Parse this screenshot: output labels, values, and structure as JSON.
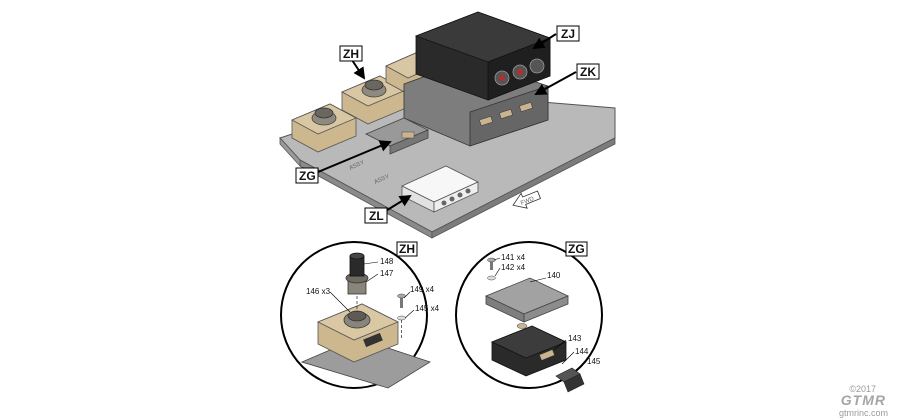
{
  "main_view": {
    "callouts": {
      "zh": "ZH",
      "zj": "ZJ",
      "zk": "ZK",
      "zg": "ZG",
      "zl": "ZL"
    },
    "fwd_arrow": "FWD"
  },
  "detail_zh": {
    "tag": "ZH",
    "parts": [
      "148",
      "147",
      "146 x3",
      "149 x4",
      "145 x4"
    ]
  },
  "detail_zg": {
    "tag": "ZG",
    "parts": [
      "141 x4",
      "142 x4",
      "140",
      "143",
      "144",
      "145"
    ]
  },
  "branding": {
    "copyright": "©2017",
    "logo": "GTMR",
    "website": "gtmrinc.com"
  },
  "colors": {
    "plate": "#9c9c9c",
    "plate_top": "#b7b7b7",
    "tan": "#c9b48f",
    "black_box": "#2a2a2a",
    "white_box": "#f4f4f4"
  }
}
